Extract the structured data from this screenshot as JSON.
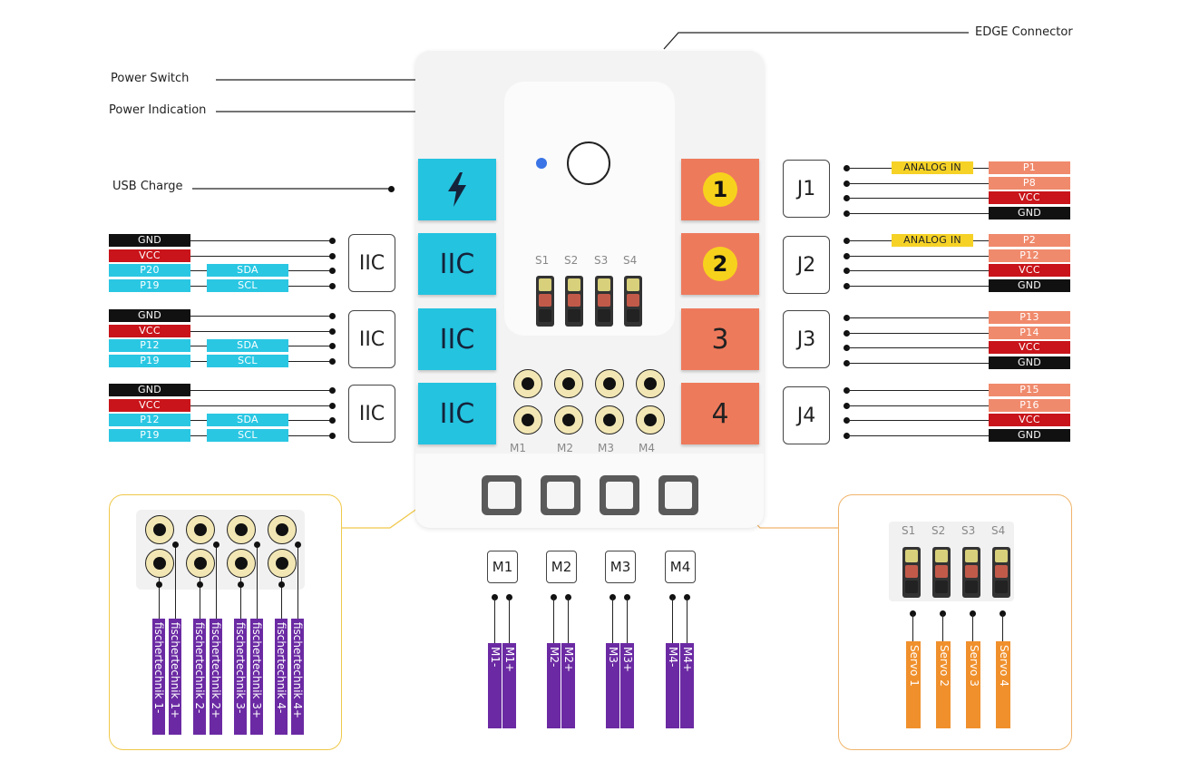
{
  "callouts": {
    "edge": "EDGE Connector",
    "power_switch": "Power Switch",
    "power_indication": "Power Indication",
    "usb_charge": "USB Charge"
  },
  "left_ports": [
    {
      "label": "IIC",
      "box": "IIC",
      "pins": [
        {
          "text": "GND",
          "color": "black"
        },
        {
          "text": "VCC",
          "color": "red"
        },
        {
          "text": "P20",
          "color": "cyan",
          "alt": "SDA"
        },
        {
          "text": "P19",
          "color": "cyan",
          "alt": "SCL"
        }
      ]
    },
    {
      "label": "IIC",
      "box": "IIC",
      "pins": [
        {
          "text": "GND",
          "color": "black"
        },
        {
          "text": "VCC",
          "color": "red"
        },
        {
          "text": "P12",
          "color": "cyan",
          "alt": "SDA"
        },
        {
          "text": "P19",
          "color": "cyan",
          "alt": "SCL"
        }
      ]
    },
    {
      "label": "IIC",
      "box": "IIC",
      "pins": [
        {
          "text": "GND",
          "color": "black"
        },
        {
          "text": "VCC",
          "color": "red"
        },
        {
          "text": "P12",
          "color": "cyan",
          "alt": "SDA"
        },
        {
          "text": "P19",
          "color": "cyan",
          "alt": "SCL"
        }
      ]
    }
  ],
  "right_ports": [
    {
      "num": "1",
      "box": "J1",
      "analog": "ANALOG IN",
      "pins": [
        {
          "text": "P1",
          "color": "salmon"
        },
        {
          "text": "P8",
          "color": "salmon"
        },
        {
          "text": "VCC",
          "color": "red"
        },
        {
          "text": "GND",
          "color": "black"
        }
      ]
    },
    {
      "num": "2",
      "box": "J2",
      "analog": "ANALOG IN",
      "pins": [
        {
          "text": "P2",
          "color": "salmon"
        },
        {
          "text": "P12",
          "color": "salmon"
        },
        {
          "text": "VCC",
          "color": "red"
        },
        {
          "text": "GND",
          "color": "black"
        }
      ]
    },
    {
      "num": "3",
      "box": "J3",
      "analog": "",
      "pins": [
        {
          "text": "P13",
          "color": "salmon"
        },
        {
          "text": "P14",
          "color": "salmon"
        },
        {
          "text": "VCC",
          "color": "red"
        },
        {
          "text": "GND",
          "color": "black"
        }
      ]
    },
    {
      "num": "4",
      "box": "J4",
      "analog": "",
      "pins": [
        {
          "text": "P15",
          "color": "salmon"
        },
        {
          "text": "P16",
          "color": "salmon"
        },
        {
          "text": "VCC",
          "color": "red"
        },
        {
          "text": "GND",
          "color": "black"
        }
      ]
    }
  ],
  "servo_labels": [
    "S1",
    "S2",
    "S3",
    "S4"
  ],
  "motor_labels": [
    "M1",
    "M2",
    "M3",
    "M4"
  ],
  "motor_boxes": [
    "M1",
    "M2",
    "M3",
    "M4"
  ],
  "motor_tags": [
    [
      "M1-",
      "M1+"
    ],
    [
      "M2-",
      "M2+"
    ],
    [
      "M3-",
      "M3+"
    ],
    [
      "M4-",
      "M4+"
    ]
  ],
  "fischer_tags": [
    [
      "fischertechnik 1-",
      "fischertechnik 1+"
    ],
    [
      "fischertechnik 2-",
      "fischertechnik 2+"
    ],
    [
      "fischertechnik 3-",
      "fischertechnik 3+"
    ],
    [
      "fischertechnik 4-",
      "fischertechnik 4+"
    ]
  ],
  "servo_tags": [
    "Servo 1",
    "Servo 2",
    "Servo 3",
    "Servo 4"
  ],
  "colors": {
    "iic_blue": "#24c3e0",
    "port_orange": "#ee7a5c",
    "badge_yellow": "#f7d21c",
    "pin_black": "#111111",
    "pin_red": "#c8141a",
    "pin_salmon": "#f08a6c",
    "tag_purple": "#6b2aa3",
    "tag_orange": "#f0902c",
    "indicator_blue": "#3a74e6"
  },
  "icons": {
    "usb": "lightning-icon"
  }
}
